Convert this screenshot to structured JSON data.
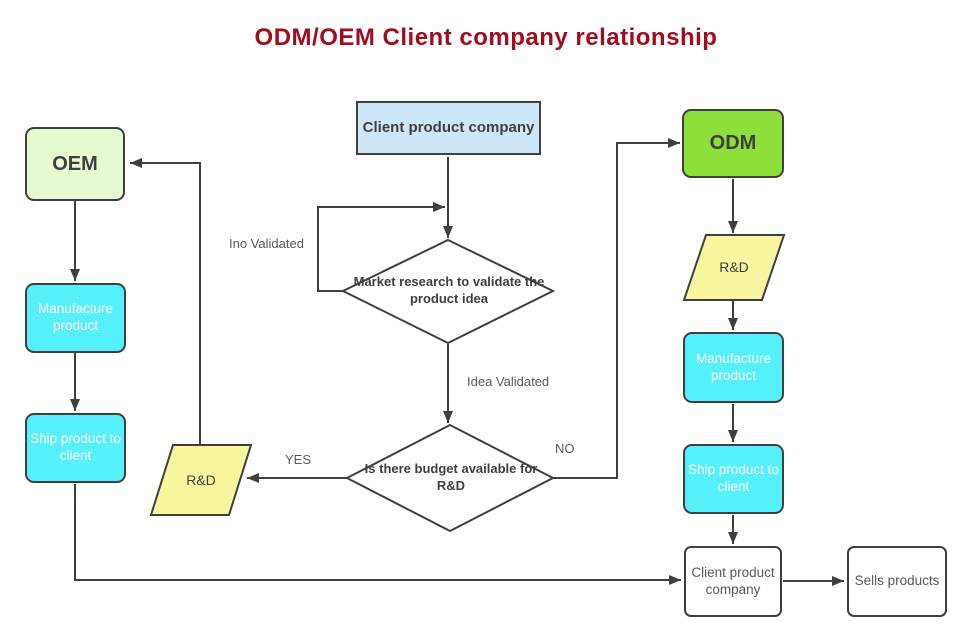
{
  "title": "ODM/OEM  Client company relationship",
  "nodes": {
    "client_top": {
      "label": "Client product company",
      "shape": "rect",
      "fill": "#cde7f9"
    },
    "oem": {
      "label": "OEM",
      "shape": "rounded-rect",
      "fill": "#e6fad2"
    },
    "odm": {
      "label": "ODM",
      "shape": "rounded-rect",
      "fill": "#8de03a"
    },
    "market_research": {
      "label": "Market research to validate the product idea",
      "shape": "diamond",
      "fill": "#ffffff"
    },
    "budget_decision": {
      "label": "Is there budget available for R&D",
      "shape": "diamond",
      "fill": "#ffffff"
    },
    "rnd_left": {
      "label": "R&D",
      "shape": "parallelogram",
      "fill": "#f9f6a0"
    },
    "rnd_right": {
      "label": "R&D",
      "shape": "parallelogram",
      "fill": "#f9f6a0"
    },
    "manufacture_left": {
      "label": "Manufacture product",
      "shape": "rounded-rect",
      "fill": "#55f0fa"
    },
    "ship_left": {
      "label": "Ship product to client",
      "shape": "rounded-rect",
      "fill": "#55f0fa"
    },
    "manufacture_right": {
      "label": "Manufacture product",
      "shape": "rounded-rect",
      "fill": "#55f0fa"
    },
    "ship_right": {
      "label": "Ship product to client",
      "shape": "rounded-rect",
      "fill": "#55f0fa"
    },
    "client_bottom": {
      "label": "Client product company",
      "shape": "rounded-rect",
      "fill": "#ffffff"
    },
    "sells_products": {
      "label": "Sells products",
      "shape": "rounded-rect",
      "fill": "#ffffff"
    }
  },
  "edge_labels": {
    "ino_validated": "Ino Validated",
    "idea_validated": "Idea Validated",
    "yes": "YES",
    "no": "NO"
  },
  "colors": {
    "title_text": "#a00d1f",
    "line_stroke": "#3f3f3f",
    "dark_text": "#3f3f3f",
    "gray_text": "#595959",
    "light_blue": "#cde7f9",
    "light_green": "#e6fad2",
    "bright_green": "#8de03a",
    "cyan": "#55f0fa",
    "yellow": "#f9f6a0"
  }
}
